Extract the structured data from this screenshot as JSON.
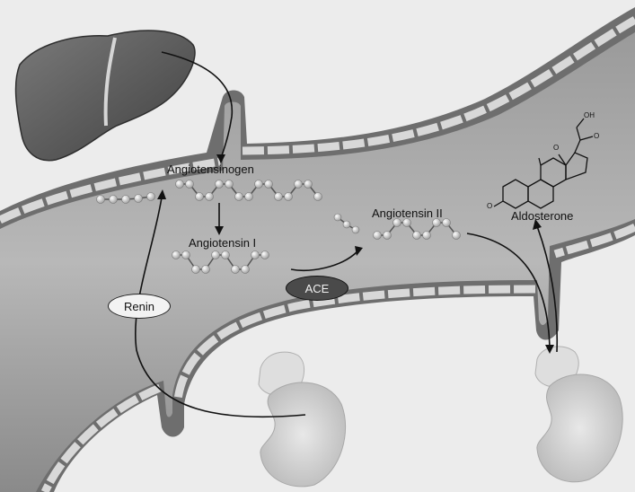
{
  "labels": {
    "angiotensinogen": "Angiotensinogen",
    "angiotensin_i": "Angiotensin I",
    "angiotensin_ii": "Angiotensin II",
    "aldosterone": "Aldosterone",
    "renin": "Renin",
    "ace": "ACE"
  },
  "structure": {
    "oh": "OH",
    "o_carbonyl": "O",
    "o_ketone": "O",
    "o_ring": "O"
  },
  "organs": [
    "liver",
    "blood-vessel",
    "left-kidney",
    "left-adrenal-gland",
    "right-kidney",
    "right-adrenal-gland"
  ]
}
